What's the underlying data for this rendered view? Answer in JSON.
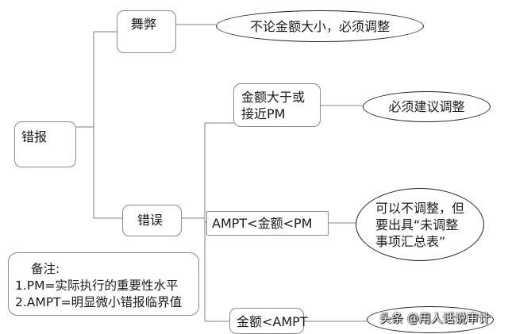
{
  "nodes": {
    "root": "错报",
    "fraud": "舞弊",
    "error": "错误",
    "cond_large": [
      "金额大于或",
      "接近PM"
    ],
    "cond_mid": "AMPT<金额<PM",
    "cond_small": "金额<AMPT"
  },
  "outcomes": {
    "fraud": "不论金额大小，必须调整",
    "large": "必须建议调整",
    "mid": [
      "可以不调整，但",
      "要出具“未调整",
      "事项汇总表”"
    ]
  },
  "note": {
    "title": "备注:",
    "lines": [
      "1.PM=实际执行的重要性水平",
      "2.AMPT=明显微小错报临界值"
    ]
  },
  "watermark": "头条 @用人话说审计",
  "colors": {
    "box_border": "#8a8a8a",
    "connector": "#9a9a9a",
    "ellipse_border": "#222222"
  }
}
